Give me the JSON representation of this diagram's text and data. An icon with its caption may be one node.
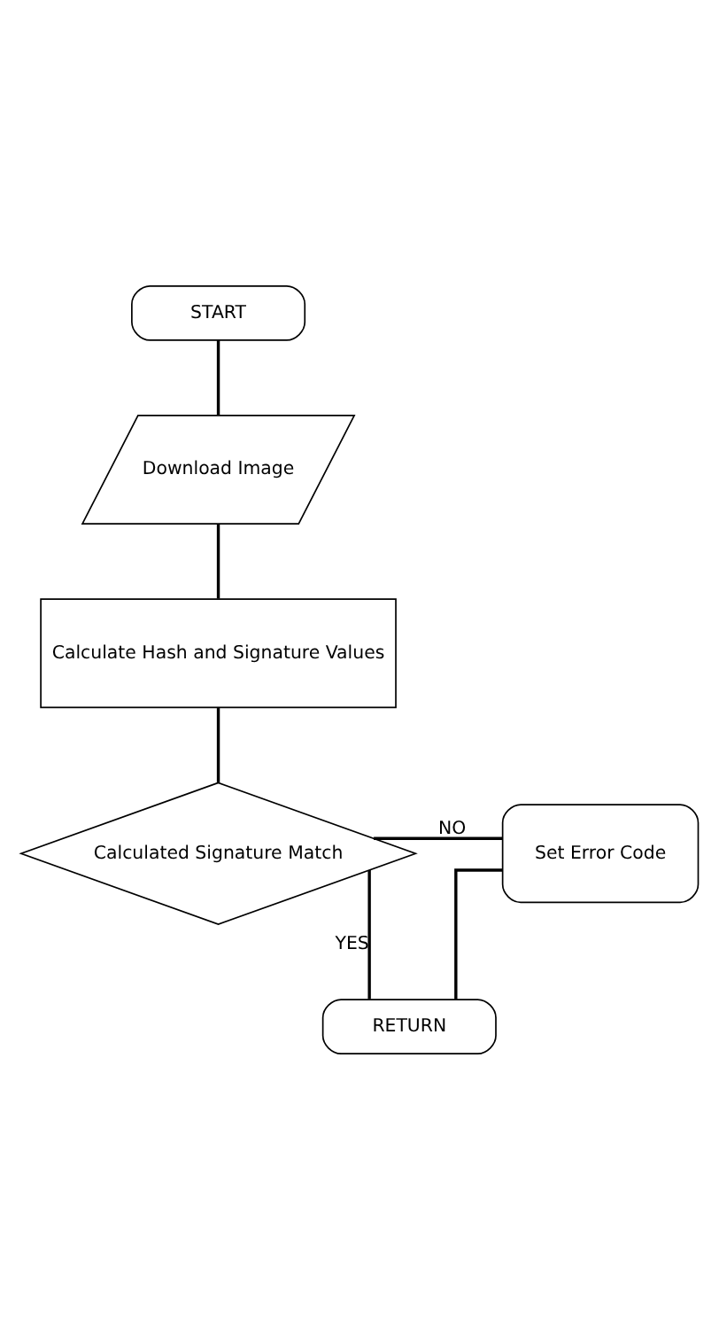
{
  "diagram": {
    "nodes": [
      {
        "text": [
          "START"
        ]
      },
      {
        "text": [
          "Download Image"
        ]
      },
      {
        "text": [
          "Calculate Hash and Signature Values"
        ]
      },
      {
        "text": [
          "Calculated Signature Match"
        ]
      },
      {
        "text": [
          "Set Error Code"
        ]
      },
      {
        "text": [
          "RETURN"
        ]
      }
    ],
    "edges": [
      {
        "from": 0,
        "to": 1,
        "arrow": "none"
      },
      {
        "from": 1,
        "to": 2,
        "arrow": "none"
      },
      {
        "from": 2,
        "to": 3,
        "arrow": "none"
      },
      {
        "from": 3,
        "to": 4,
        "arrow": "none",
        "label": "NO"
      },
      {
        "from": 3,
        "to": 5,
        "arrow": "none",
        "label": "YES"
      },
      {
        "from": 4,
        "to": 5,
        "arrow": "none"
      }
    ]
  }
}
